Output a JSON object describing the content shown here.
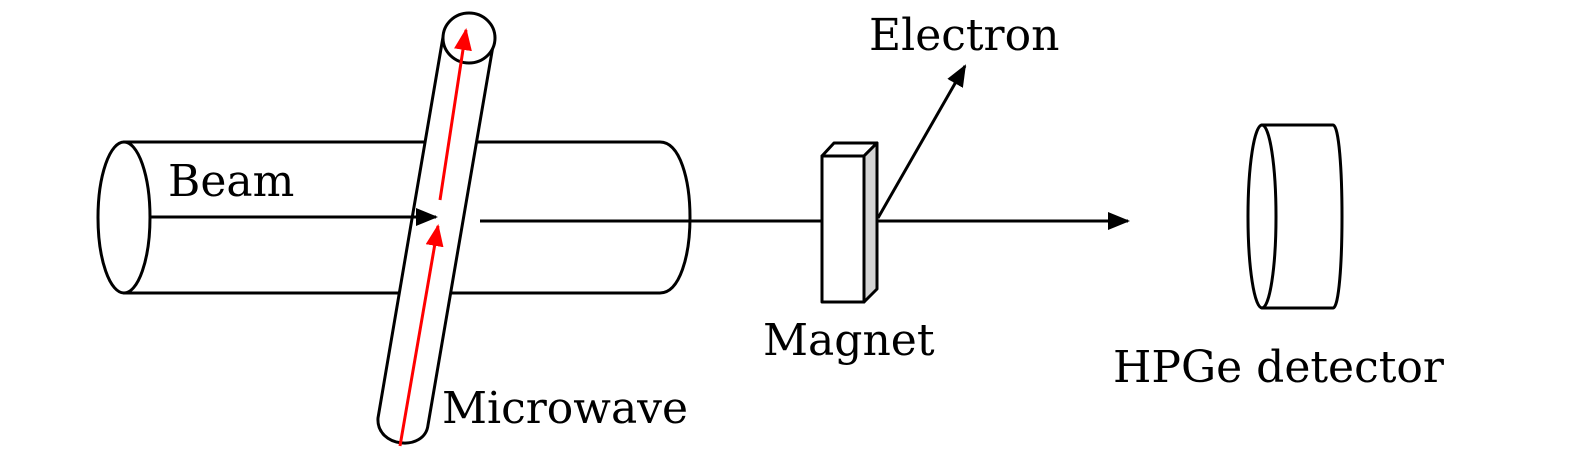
{
  "labels": {
    "beam": "Beam",
    "microwave": "Microwave",
    "magnet": "Magnet",
    "electron": "Electron",
    "detector": "HPGe detector"
  },
  "colors": {
    "line": "#000000",
    "microwave_arrow": "#ff0000",
    "magnet_side": "#d3d3d3",
    "background": "#ffffff"
  }
}
